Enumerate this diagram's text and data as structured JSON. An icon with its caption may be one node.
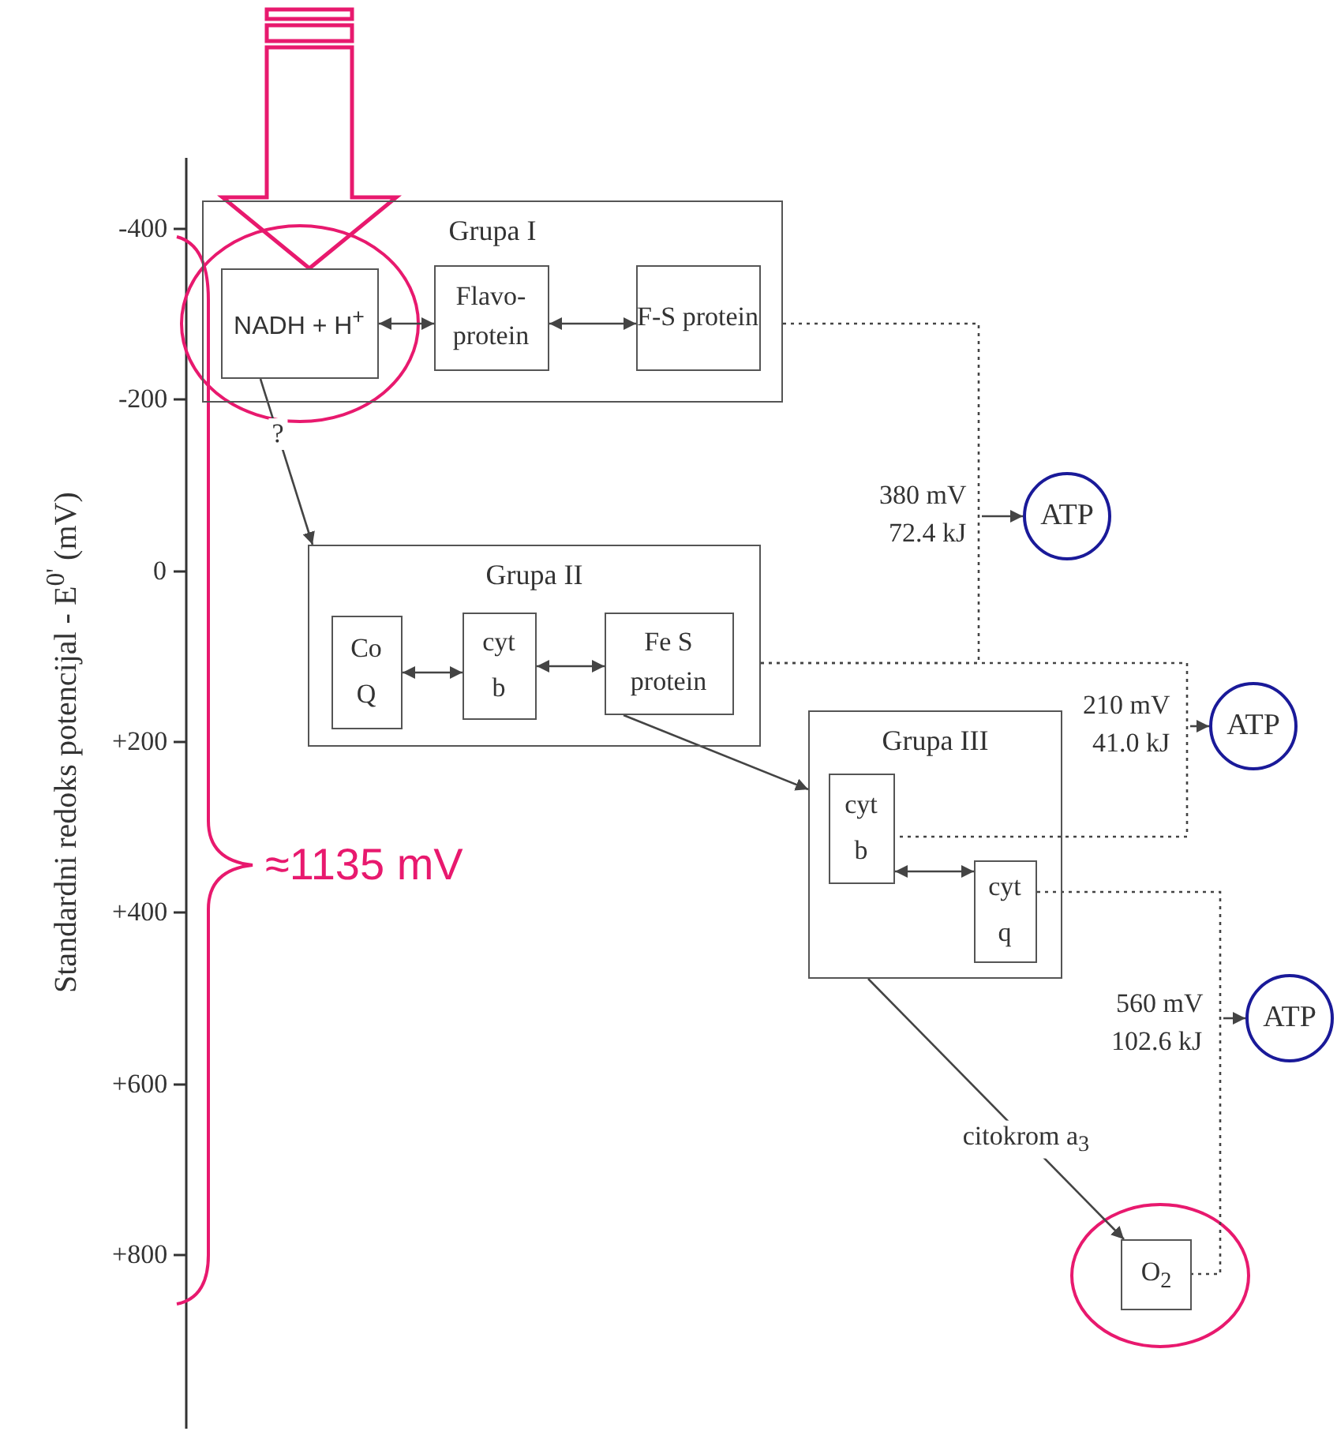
{
  "diagram": {
    "nodes": [
      {
        "text": [
          "Grupa I"
        ]
      },
      {
        "text": [
          "NADH + H$^{+}$"
        ],
        "in": 0
      },
      {
        "text": [
          "Flavo- protein"
        ],
        "in": 0
      },
      {
        "text": [
          "F-S protein"
        ],
        "in": 0
      },
      {
        "text": [
          "Grupa II"
        ]
      },
      {
        "text": [
          "Co Q"
        ],
        "in": 4
      },
      {
        "text": [
          "cyt b"
        ],
        "in": 4
      },
      {
        "text": [
          "Fe S protein"
        ],
        "in": 4
      },
      {
        "text": [
          "Grupa III"
        ]
      },
      {
        "text": [
          "cyt b"
        ],
        "in": 8
      },
      {
        "text": [
          "cyt q"
        ],
        "in": 8
      },
      {
        "text": [
          "O$_{2}$"
        ]
      },
      {
        "text": [
          "ATP"
        ]
      },
      {
        "text": [
          "ATP"
        ]
      },
      {
        "text": [
          "ATP"
        ]
      }
    ],
    "edges": [
      {
        "from": null,
        "to": 1,
        "arrow": "to",
        "style": "thick",
        "color": "#e8196e"
      },
      {
        "from": 1,
        "to": 2,
        "arrow": "both"
      },
      {
        "from": 2,
        "to": 3,
        "arrow": "both"
      },
      {
        "from": 1,
        "to": 4,
        "arrow": "to",
        "label": "?"
      },
      {
        "from": 5,
        "to": 6,
        "arrow": "both"
      },
      {
        "from": 6,
        "to": 7,
        "arrow": "both"
      },
      {
        "from": 7,
        "to": 8,
        "arrow": "to"
      },
      {
        "from": 9,
        "to": 10,
        "arrow": "both"
      },
      {
        "from": 8,
        "to": 11,
        "arrow": "to",
        "label": "citokrom a$_{3}$"
      },
      {
        "from": 0,
        "to": 4,
        "arrow": "none",
        "style": "dashed"
      },
      {
        "from": 4,
        "to": 9,
        "arrow": "none",
        "style": "dashed"
      },
      {
        "from": 10,
        "to": 11,
        "arrow": "none",
        "style": "dashed"
      },
      {
        "from": null,
        "to": 12,
        "arrow": "to"
      },
      {
        "from": null,
        "to": 13,
        "arrow": "to"
      },
      {
        "from": null,
        "to": 14,
        "arrow": "to"
      }
    ],
    "labels": [
      "-400",
      "-200",
      "0",
      "+200",
      "+400",
      "+600",
      "+800",
      "Standardni redoks potencijal - E$^{0'}$ (mV)",
      "380 mV",
      "72.4 kJ",
      "210 mV",
      "41.0 kJ",
      "≈1135 mV",
      "560 mV",
      "102.6 kJ"
    ]
  }
}
